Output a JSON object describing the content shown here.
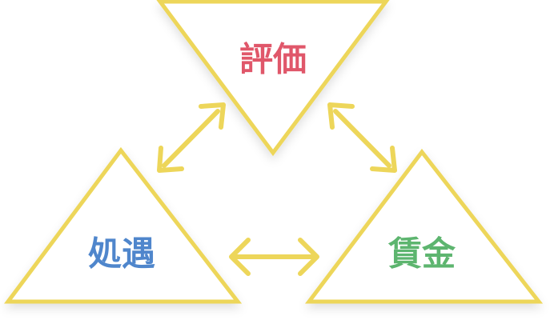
{
  "diagram": {
    "stroke_color": "#EDD65A",
    "nodes": [
      {
        "id": "evaluation",
        "label": "評価",
        "color": "#E0576A"
      },
      {
        "id": "treatment",
        "label": "処遇",
        "color": "#4F86CC"
      },
      {
        "id": "wage",
        "label": "賃金",
        "color": "#5DB56F"
      }
    ],
    "arrows": [
      {
        "from": "treatment",
        "to": "evaluation",
        "type": "bidirectional"
      },
      {
        "from": "evaluation",
        "to": "wage",
        "type": "bidirectional"
      },
      {
        "from": "treatment",
        "to": "wage",
        "type": "bidirectional"
      }
    ]
  }
}
